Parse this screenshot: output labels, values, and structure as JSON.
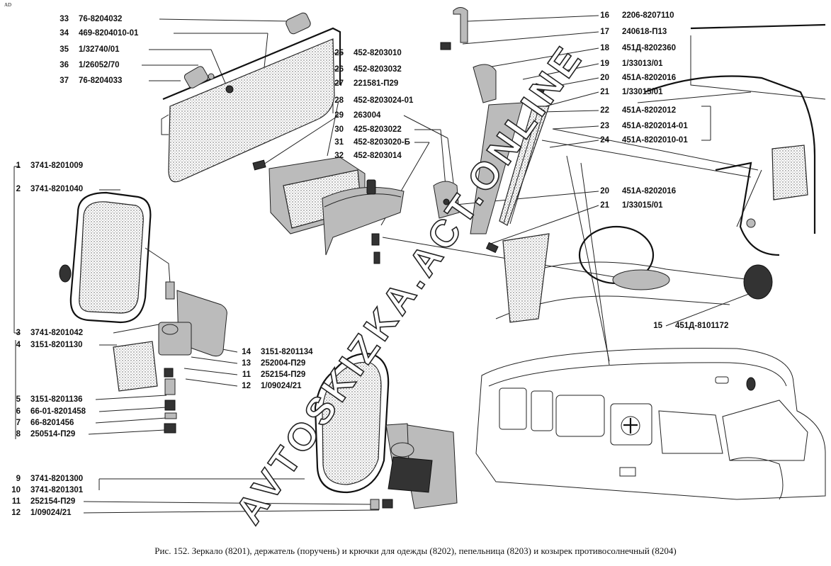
{
  "corner_mark": "AD",
  "watermark": "AVTOSKIZKA.ACT.ONLINE",
  "caption": "Рис. 152. Зеркало (8201), держатель (поручень) и крючки для одежды (8202), пепельница (8203) и козырек противосолнечный (8204)",
  "left_callouts": [
    {
      "num": "1",
      "code": "3741-8201009"
    },
    {
      "num": "2",
      "code": "3741-8201040"
    },
    {
      "num": "3",
      "code": "3741-8201042"
    },
    {
      "num": "4",
      "code": "3151-8201130"
    },
    {
      "num": "5",
      "code": "3151-8201136"
    },
    {
      "num": "6",
      "code": "66-01-8201458"
    },
    {
      "num": "7",
      "code": "66-8201456"
    },
    {
      "num": "8",
      "code": "250514-П29"
    },
    {
      "num": "9",
      "code": "3741-8201300"
    },
    {
      "num": "10",
      "code": "3741-8201301"
    },
    {
      "num": "11",
      "code": "252154-П29"
    },
    {
      "num": "12",
      "code": "1/09024/21"
    }
  ],
  "top_left_callouts": [
    {
      "num": "33",
      "code": "76-8204032"
    },
    {
      "num": "34",
      "code": "469-8204010-01"
    },
    {
      "num": "35",
      "code": "1/32740/01"
    },
    {
      "num": "36",
      "code": "1/26052/70"
    },
    {
      "num": "37",
      "code": "76-8204033"
    }
  ],
  "center_callouts": [
    {
      "num": "25",
      "code": "452-8203010"
    },
    {
      "num": "26",
      "code": "452-8203032"
    },
    {
      "num": "27",
      "code": "221581-П29"
    },
    {
      "num": "28",
      "code": "452-8203024-01"
    },
    {
      "num": "29",
      "code": "263004"
    },
    {
      "num": "30",
      "code": "425-8203022"
    },
    {
      "num": "31",
      "code": "452-8203020-Б"
    },
    {
      "num": "32",
      "code": "452-8203014"
    }
  ],
  "right_callouts": [
    {
      "num": "16",
      "code": "2206-8207110"
    },
    {
      "num": "17",
      "code": "240618-П13"
    },
    {
      "num": "18",
      "code": "451Д-8202360"
    },
    {
      "num": "19",
      "code": "1/33013/01"
    },
    {
      "num": "20",
      "code": "451А-8202016"
    },
    {
      "num": "21",
      "code": "1/33015/01"
    },
    {
      "num": "22",
      "code": "451А-8202012"
    },
    {
      "num": "23",
      "code": "451А-8202014-01"
    },
    {
      "num": "24",
      "code": "451А-8202010-01"
    }
  ],
  "right_lower_callouts": [
    {
      "num": "20",
      "code": "451А-8202016"
    },
    {
      "num": "21",
      "code": "1/33015/01"
    },
    {
      "num": "15",
      "code": "451Д-8101172"
    }
  ],
  "mid_callouts": [
    {
      "num": "14",
      "code": "3151-8201134"
    },
    {
      "num": "13",
      "code": "252004-П29"
    },
    {
      "num": "11",
      "code": "252154-П29"
    },
    {
      "num": "12",
      "code": "1/09024/21"
    }
  ]
}
